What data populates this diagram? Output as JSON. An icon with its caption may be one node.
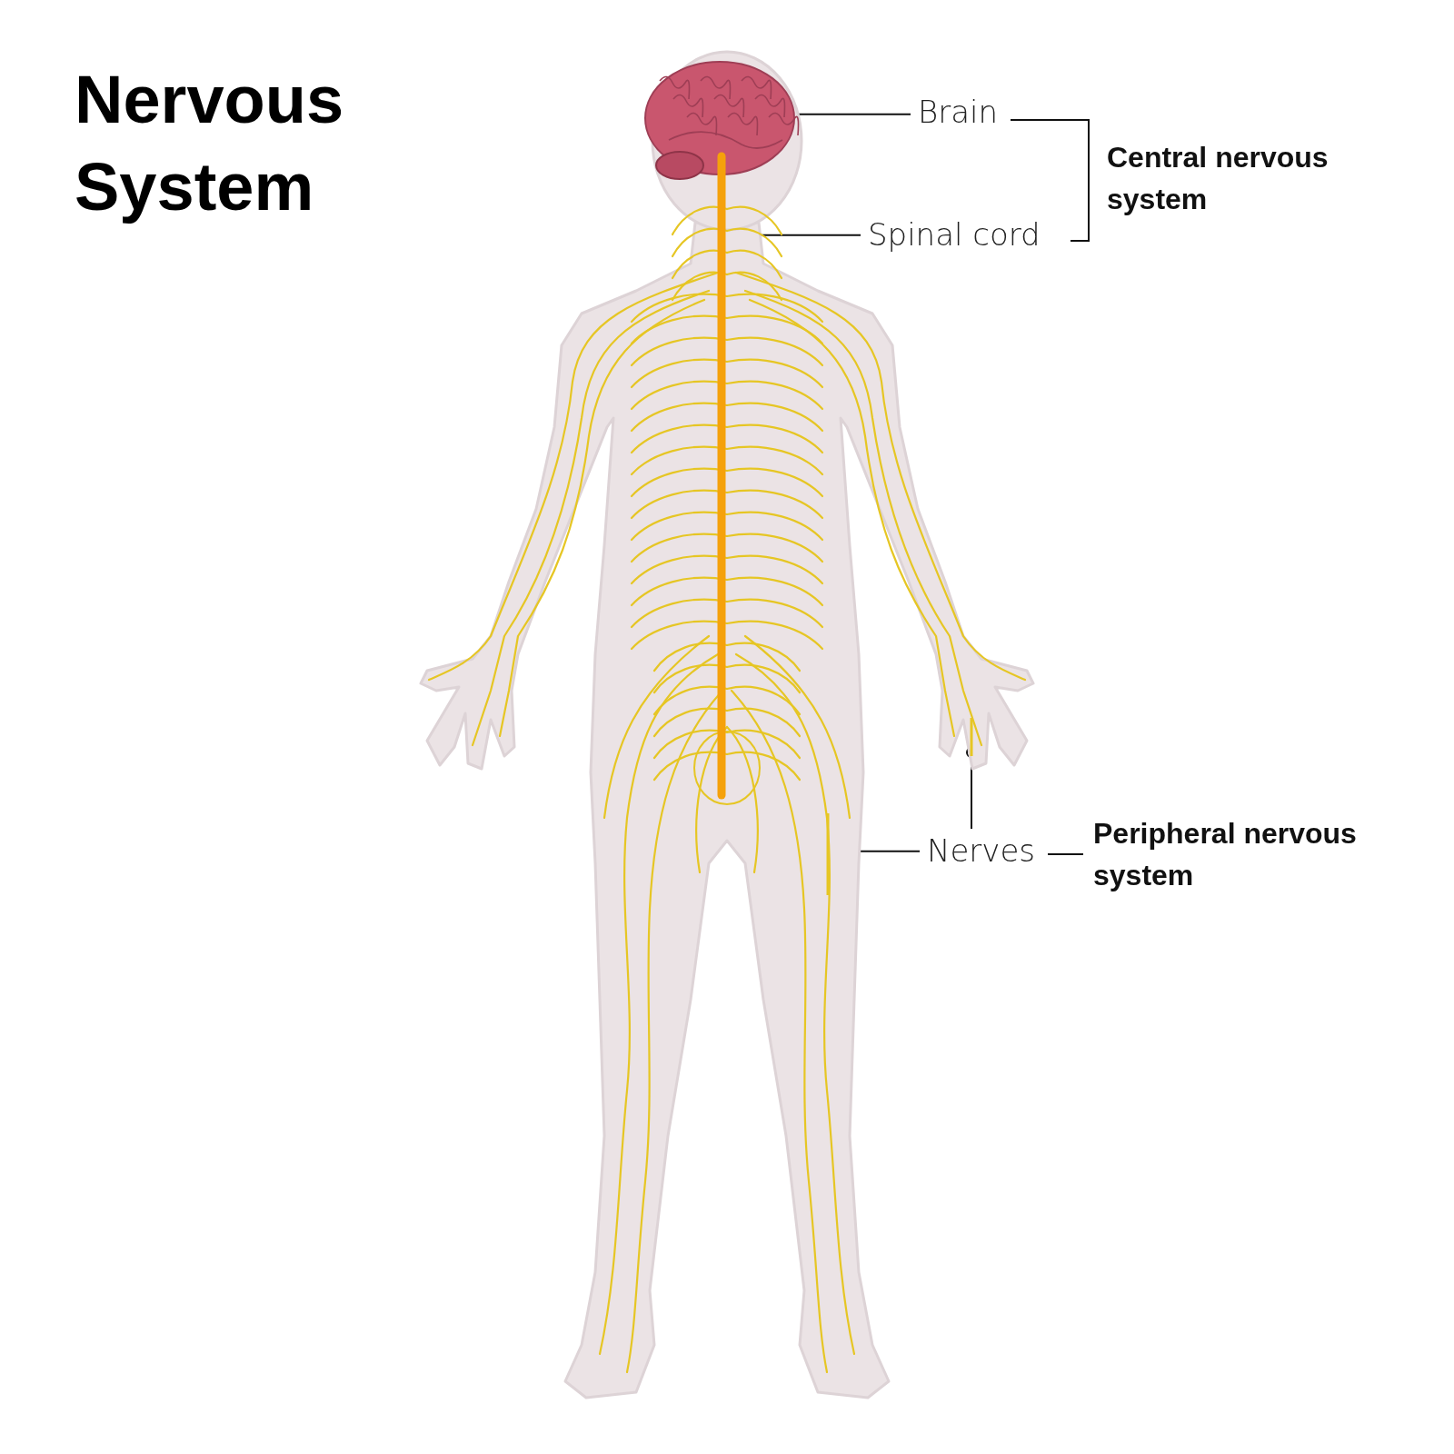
{
  "diagram": {
    "title": "Nervous System",
    "nodes": [
      {
        "text": [
          "Brain"
        ]
      },
      {
        "text": [],
        "shape": "picture"
      },
      {
        "text": [
          "Spinal cord"
        ]
      },
      {
        "text": [],
        "shape": "picture"
      },
      {
        "text": [
          "Nerves"
        ]
      },
      {
        "text": [],
        "shape": "picture"
      },
      {
        "text": [],
        "shape": "picture"
      }
    ],
    "edges": [
      {
        "from": 0,
        "to": 1,
        "arrow": "other"
      },
      {
        "from": 2,
        "to": 3,
        "arrow": "other"
      },
      {
        "from": 4,
        "to": 5,
        "arrow": "other"
      },
      {
        "from": 4,
        "to": 6,
        "arrow": "other"
      }
    ],
    "labels": [
      "Central nervous system",
      "Peripheral nervous system"
    ]
  }
}
